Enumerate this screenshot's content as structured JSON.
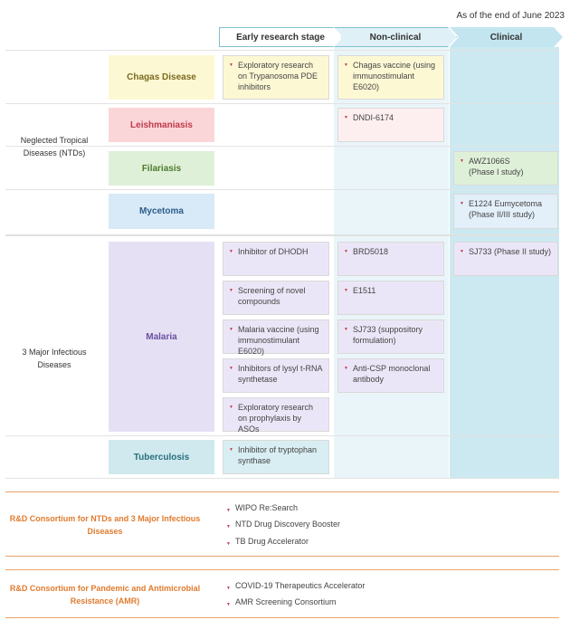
{
  "as_of": "As of the end of June 2023",
  "stages": {
    "early": "Early research stage",
    "nonclinical": "Non-clinical",
    "clinical": "Clinical"
  },
  "groups": {
    "ntd": "Neglected Tropical Diseases (NTDs)",
    "major": "3 Major Infectious Diseases"
  },
  "diseases": {
    "chagas": "Chagas Disease",
    "leishmaniasis": "Leishmaniasis",
    "filariasis": "Filariasis",
    "mycetoma": "Mycetoma",
    "malaria": "Malaria",
    "tuberculosis": "Tuberculosis"
  },
  "colors": {
    "chagas": "#fdf8d4",
    "leishmaniasis": "#fad6d9",
    "filariasis": "#dff0d8",
    "mycetoma": "#d8e9f8",
    "malaria": "#e6e0f5",
    "tuberculosis": "#cfe9ee",
    "accent_orange": "#e07b2e"
  },
  "cards": {
    "chagas_early": "Exploratory research on Trypanosoma PDE inhibitors",
    "chagas_non": "Chagas vaccine (using immunostimulant E6020)",
    "leish_non": "DNDI-6174",
    "filar_clin1": "AWZ1066S",
    "filar_clin2": "(Phase I study)",
    "myce_clin1": "E1224 Eumycetoma",
    "myce_clin2": "(Phase II/III study)",
    "mal_e1": "Inhibitor of DHODH",
    "mal_e2": "Screening of novel compounds",
    "mal_e3": "Malaria vaccine (using immunostimulant E6020)",
    "mal_e4": "Inhibitors of lysyl t-RNA synthetase",
    "mal_e5": "Exploratory research on prophylaxis by ASOs",
    "mal_n1": "BRD5018",
    "mal_n2": "E1511",
    "mal_n3": "SJ733 (suppository formulation)",
    "mal_n4": "Anti-CSP monoclonal antibody",
    "mal_c1": "SJ733 (Phase II study)",
    "tb_e1": "Inhibitor of tryptophan synthase"
  },
  "consortia": {
    "ntd_title": "R&D Consortium for NTDs and 3 Major Infectious Diseases",
    "ntd_items": [
      "WIPO Re:Search",
      "NTD Drug Discovery Booster",
      "TB Drug Accelerator"
    ],
    "amr_title": "R&D Consortium for Pandemic and Antimicrobial Resistance (AMR)",
    "amr_items": [
      "COVID-19 Therapeutics Accelerator",
      "AMR Screening Consortium"
    ]
  }
}
